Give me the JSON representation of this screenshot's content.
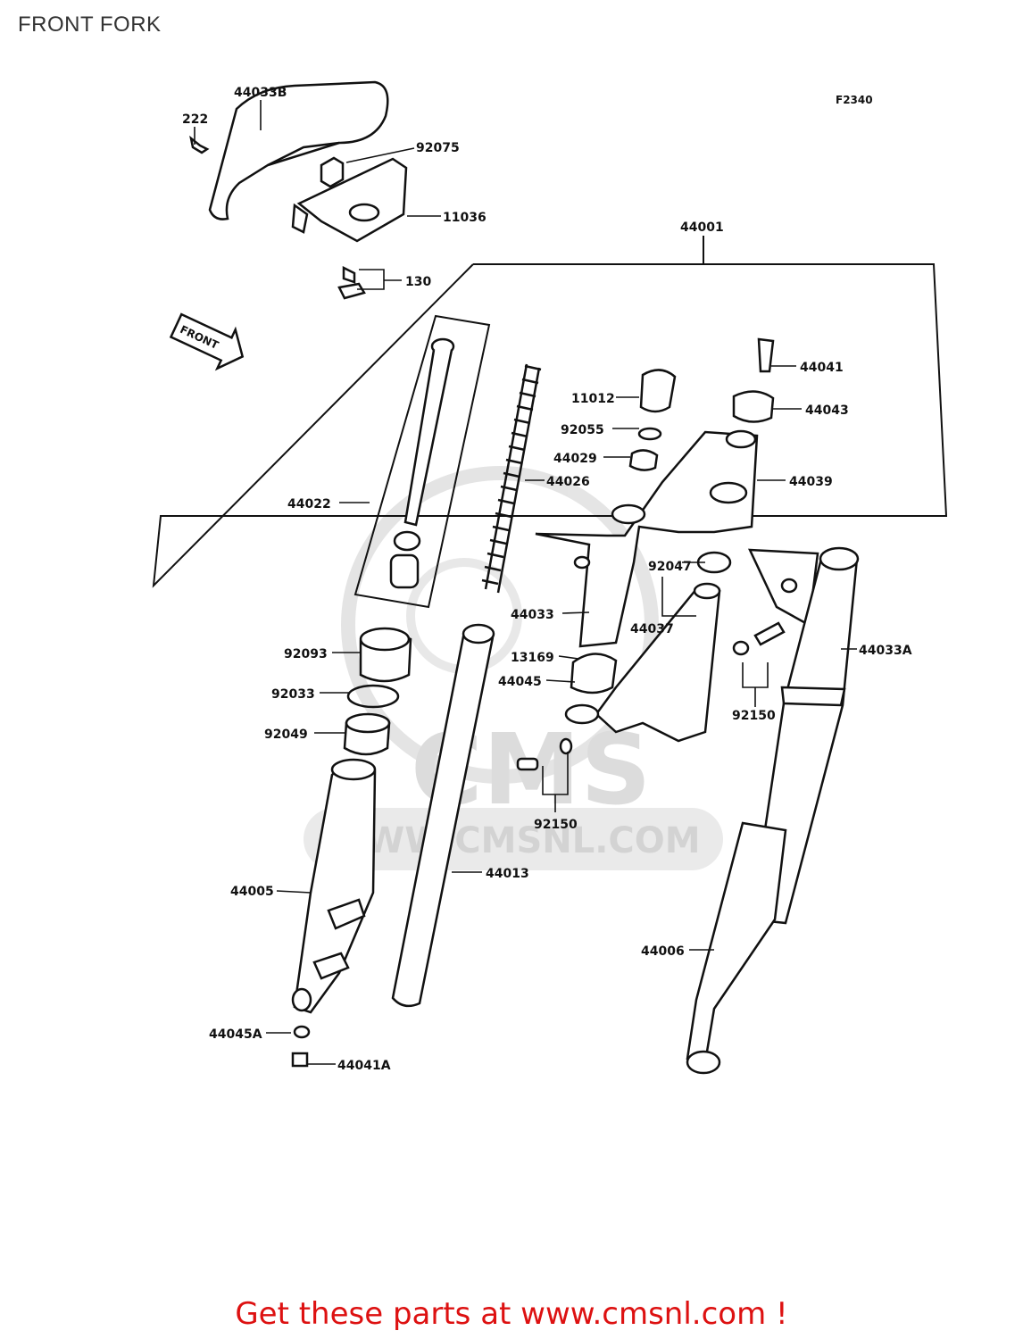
{
  "title": "FRONT FORK",
  "diagram_code": "F2340",
  "direction_arrow": "FRONT",
  "watermark": {
    "brand": "CMS",
    "url": "WWW.CMSNL.COM"
  },
  "callouts": {
    "p222": "222",
    "p44033B": "44033B",
    "p92075": "92075",
    "p11036": "11036",
    "p130": "130",
    "p44001": "44001",
    "p44041": "44041",
    "p44043": "44043",
    "p11012": "11012",
    "p92055": "92055",
    "p44029": "44029",
    "p44026": "44026",
    "p44039": "44039",
    "p44022": "44022",
    "p92047": "92047",
    "p44033": "44033",
    "p44037": "44037",
    "p44033A": "44033A",
    "p13169": "13169",
    "p92093": "92093",
    "p44045": "44045",
    "p92033": "92033",
    "p92150a": "92150",
    "p92049": "92049",
    "p92150b": "92150",
    "p44013": "44013",
    "p44005": "44005",
    "p44006": "44006",
    "p44045A": "44045A",
    "p44041A": "44041A"
  },
  "footer": "Get these parts at www.cmsnl.com !",
  "colors": {
    "line": "#111111",
    "footer": "#dd1111",
    "watermark": "#d9d9d9"
  }
}
